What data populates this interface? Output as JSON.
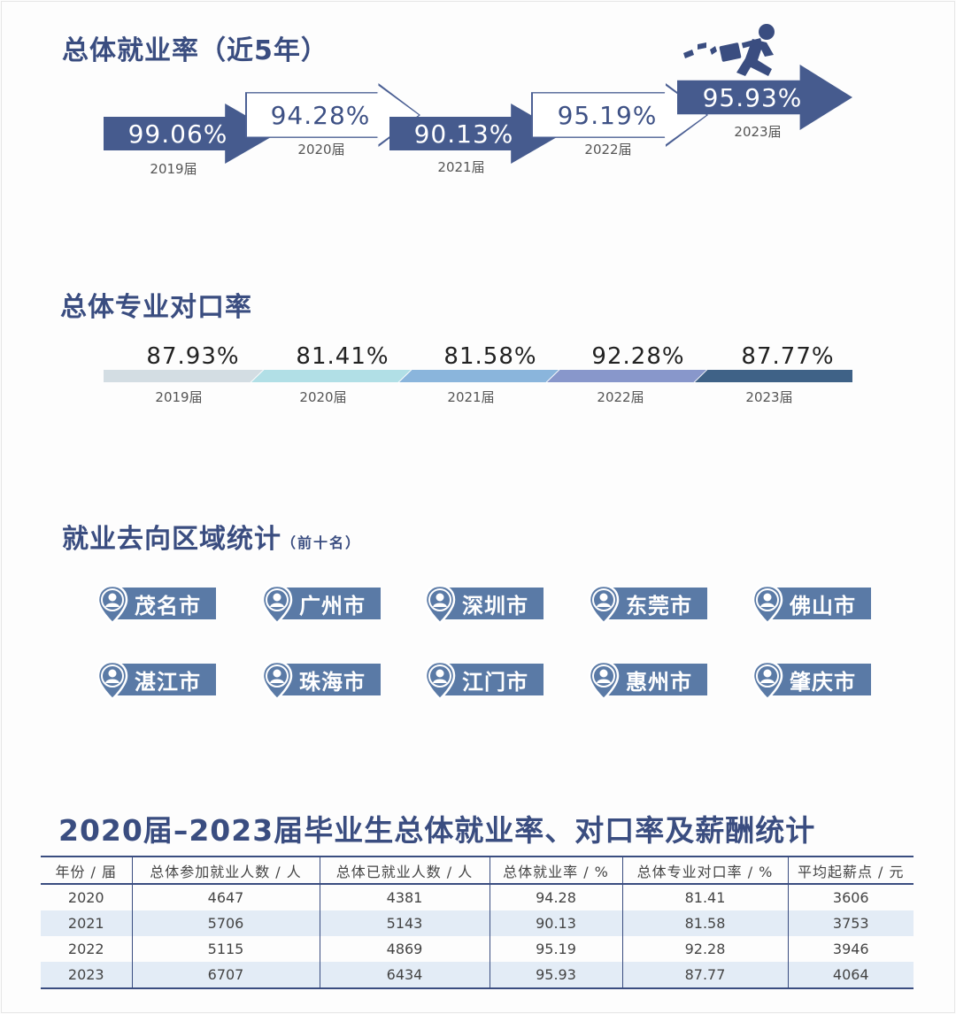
{
  "employment": {
    "title": "总体就业率（近5年）",
    "items": [
      {
        "value": "99.06%",
        "year": "2019届",
        "style": "dark"
      },
      {
        "value": "94.28%",
        "year": "2020届",
        "style": "light"
      },
      {
        "value": "90.13%",
        "year": "2021届",
        "style": "dark"
      },
      {
        "value": "95.19%",
        "year": "2022届",
        "style": "light"
      },
      {
        "value": "95.93%",
        "year": "2023届",
        "style": "dark"
      }
    ]
  },
  "match_rate": {
    "title": "总体专业对口率",
    "items": [
      {
        "value": "87.93%",
        "year": "2019届",
        "color": "#d3dde3"
      },
      {
        "value": "81.41%",
        "year": "2020届",
        "color": "#b1dfe6"
      },
      {
        "value": "81.58%",
        "year": "2021届",
        "color": "#8ab5dc"
      },
      {
        "value": "92.28%",
        "year": "2022届",
        "color": "#8897cb"
      },
      {
        "value": "87.77%",
        "year": "2023届",
        "color": "#3f6287"
      }
    ]
  },
  "regions": {
    "title": "就业去向区域统计",
    "subtitle": "（前十名）",
    "cities": [
      "茂名市",
      "广州市",
      "深圳市",
      "东莞市",
      "佛山市",
      "湛江市",
      "珠海市",
      "江门市",
      "惠州市",
      "肇庆市"
    ],
    "icon": "person-pin-icon"
  },
  "stats": {
    "title": "2020届–2023届毕业生总体就业率、对口率及薪酬统计",
    "headers": [
      "年份 / 届",
      "总体参加就业人数 / 人",
      "总体已就业人数 / 人",
      "总体就业率 / %",
      "总体专业对口率 / %",
      "平均起薪点 / 元"
    ],
    "rows": [
      [
        "2020",
        "4647",
        "4381",
        "94.28",
        "81.41",
        "3606"
      ],
      [
        "2021",
        "5706",
        "5143",
        "90.13",
        "81.58",
        "3753"
      ],
      [
        "2022",
        "5115",
        "4869",
        "95.19",
        "92.28",
        "3946"
      ],
      [
        "2023",
        "6707",
        "6434",
        "95.93",
        "87.77",
        "4064"
      ]
    ]
  },
  "colors": {
    "heading": "#3a4d80",
    "arrow_dark": "#465b8e",
    "region_tag": "#5a7aa6",
    "table_shade": "#e3ecf6"
  }
}
